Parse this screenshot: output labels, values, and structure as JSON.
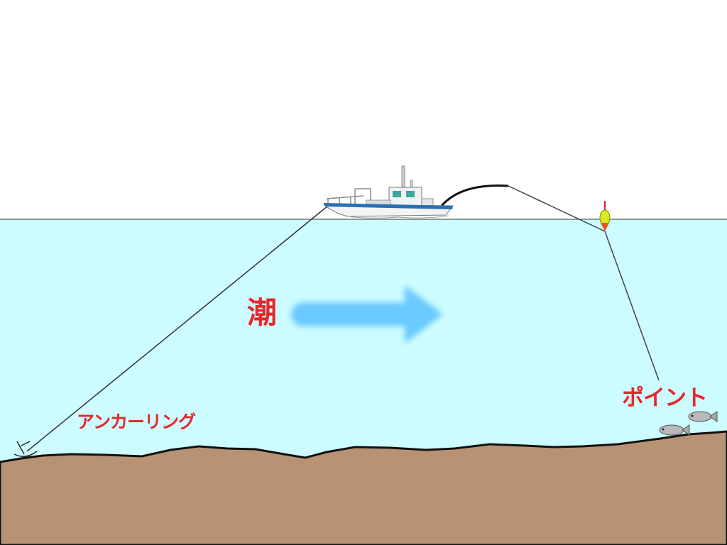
{
  "labels": {
    "tide": "潮",
    "anchor_ring": "アンカーリング",
    "point": "ポイント"
  },
  "colors": {
    "sky": "#ffffff",
    "water": "#ccfcff",
    "seabed": "#b89274",
    "label_text": "#e8272a",
    "current_arrow": "#66c8ff",
    "boat_hull_stripe": "#2a6fb5"
  }
}
